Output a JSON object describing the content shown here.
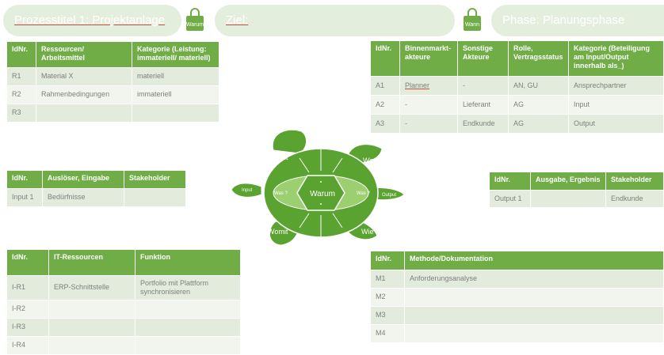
{
  "header": {
    "title_prefix": "Prozesstitel 1: ",
    "title_suffix": "Projektanlage",
    "warum_bag": "Warum",
    "goal_label": "Ziel:",
    "wann_bag": "Wann",
    "phase_label": "Phase: Planungsphase"
  },
  "colors": {
    "green": "#70ad47",
    "row_odd": "#e2ebdc",
    "row_even": "#f1f5ee",
    "pill": "#e4eedd"
  },
  "resources": {
    "headers": [
      "IdNr.",
      "Ressourcen/ Arbeitsmittel",
      "Kategorie (Leistung: immateriell/ materiell)"
    ],
    "rows": [
      [
        "R1",
        "Material X",
        "materiell"
      ],
      [
        "R2",
        "Rahmenbedingungen",
        "immateriell"
      ],
      [
        "R3",
        "",
        ""
      ]
    ]
  },
  "actors": {
    "headers": [
      "IdNr.",
      "Binnenmarkt-akteure",
      "Sonstige Akteure",
      "Rolle, Vertragsstatus",
      "Kategorie (Beteiligung am Input/Output innerhalb als_)"
    ],
    "rows": [
      [
        "A1",
        "Planner",
        "-",
        "AN, GU",
        "Ansprechpartner"
      ],
      [
        "A2",
        "-",
        "Lieferant",
        "AG",
        "Input"
      ],
      [
        "A3",
        "-",
        "Endkunde",
        "AG",
        "Output"
      ]
    ]
  },
  "inputs": {
    "headers": [
      "IdNr.",
      "Auslöser, Eingabe",
      "Stakeholder"
    ],
    "rows": [
      [
        "Input 1",
        "Bedürfnisse",
        ""
      ]
    ]
  },
  "outputs": {
    "headers": [
      "IdNr.",
      "Ausgabe, Ergebnis",
      "Stakeholder"
    ],
    "rows": [
      [
        "Output 1",
        "",
        "Endkunde"
      ]
    ]
  },
  "it": {
    "headers": [
      "IdNr.",
      "IT-Ressourcen",
      "Funktion"
    ],
    "rows": [
      [
        "I-R1",
        "ERP-Schnittstelle",
        "Portfolio mit Plattform synchronisieren"
      ],
      [
        "I-R2",
        "",
        ""
      ],
      [
        "I-R3",
        "",
        ""
      ],
      [
        "I-R4",
        "",
        ""
      ]
    ]
  },
  "methods": {
    "headers": [
      "IdNr.",
      "Methode/Dokumentation"
    ],
    "rows": [
      [
        "M1",
        "Anforderungsanalyse"
      ],
      [
        "M2",
        ""
      ],
      [
        "M3",
        ""
      ],
      [
        "M4",
        ""
      ]
    ]
  },
  "turtle": {
    "womit_top": "Womit",
    "wer": "Wer",
    "input": "Input",
    "was_left": "Was ?",
    "warum": "Warum",
    "was_right": "Was ?",
    "output": "Output",
    "womit_bottom": "Womit",
    "wie": "Wie"
  }
}
